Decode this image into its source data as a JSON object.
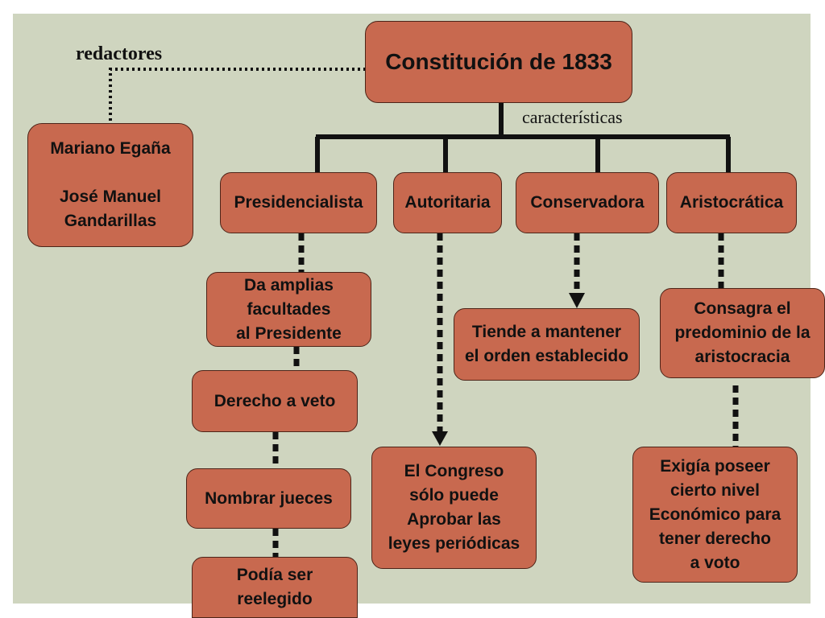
{
  "title": "Constitución de 1833",
  "authors_label": "redactores",
  "features_label": "características",
  "authors": "Mariano Egaña\n\nJosé Manuel\nGandarillas",
  "features": [
    "Presidencialista",
    "Autoritaria",
    "Conservadora",
    "Aristocrática"
  ],
  "details": {
    "presidencialista": [
      "Da amplias\nfacultades\nal Presidente",
      "Derecho a veto",
      "Nombrar jueces",
      "Podía ser\nreelegido"
    ],
    "autoritaria": "El Congreso\nsólo puede\nAprobar las\nleyes periódicas",
    "conservadora": "Tiende a mantener\nel orden establecido",
    "aristocratica": [
      "Consagra el\npredominio de la\naristocracia",
      "Exigía poseer\ncierto nivel\nEconómico para\ntener derecho\na voto"
    ]
  },
  "colors": {
    "box_fill": "#c8694f",
    "box_border": "#4d2418",
    "background": "#cfd5bf"
  }
}
